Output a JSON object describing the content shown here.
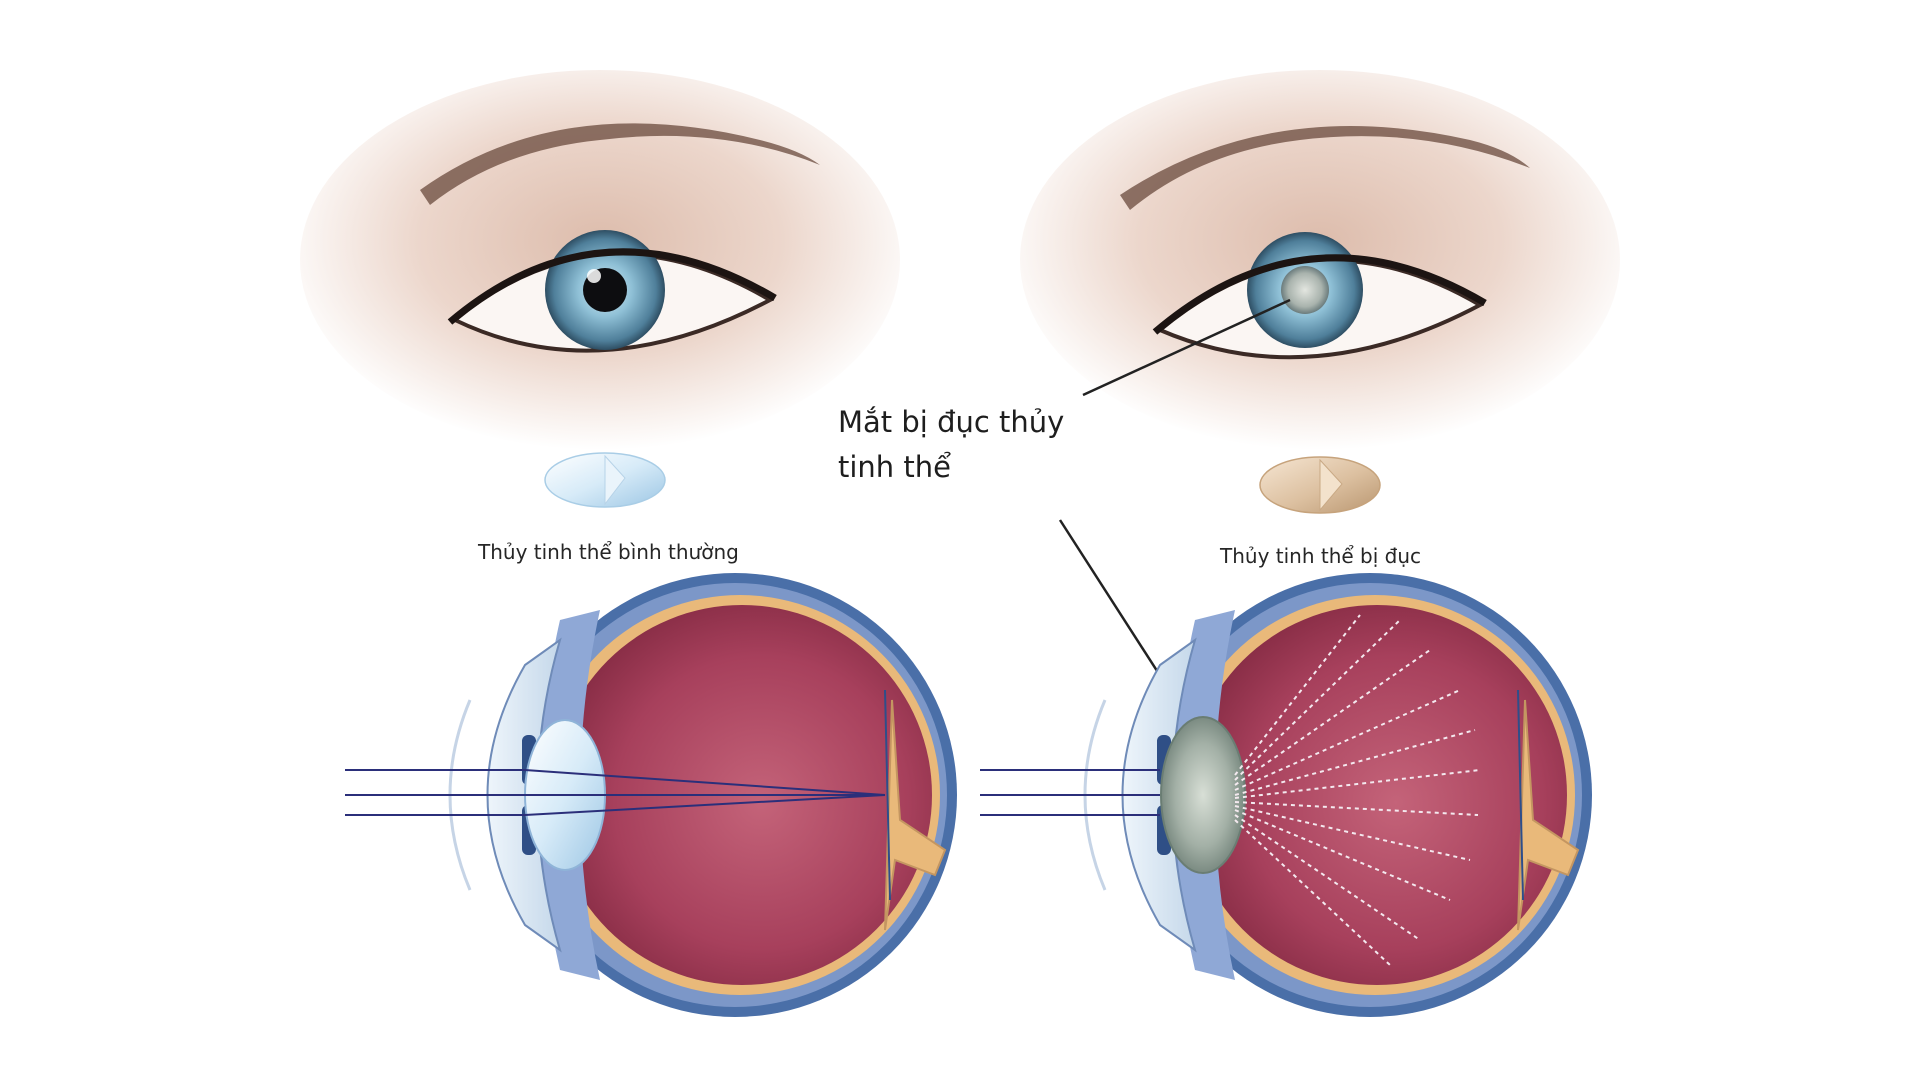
{
  "labels": {
    "lens_normal": "Thủy tinh thể bình thường",
    "lens_cloudy": "Thủy tinh thể bị đục",
    "callout_line1": "Mắt bị đục thủy",
    "callout_line2": "tinh thể"
  },
  "colors": {
    "iris": "#6d9bb1",
    "eyeball_interior": "#a7405c",
    "sclera_outline": "#4a6fa8",
    "retina_band": "#e9b97a",
    "healthy_lens": "#cfe6f7",
    "cloudy_lens": "#9aa89c",
    "light_rays": "#2b2f7a"
  },
  "icons": {
    "normal_eye": "healthy-eye-photo",
    "cataract_eye": "cataract-eye-photo",
    "normal_lens": "clear-lens-icon",
    "cloudy_lens": "cloudy-lens-icon"
  }
}
